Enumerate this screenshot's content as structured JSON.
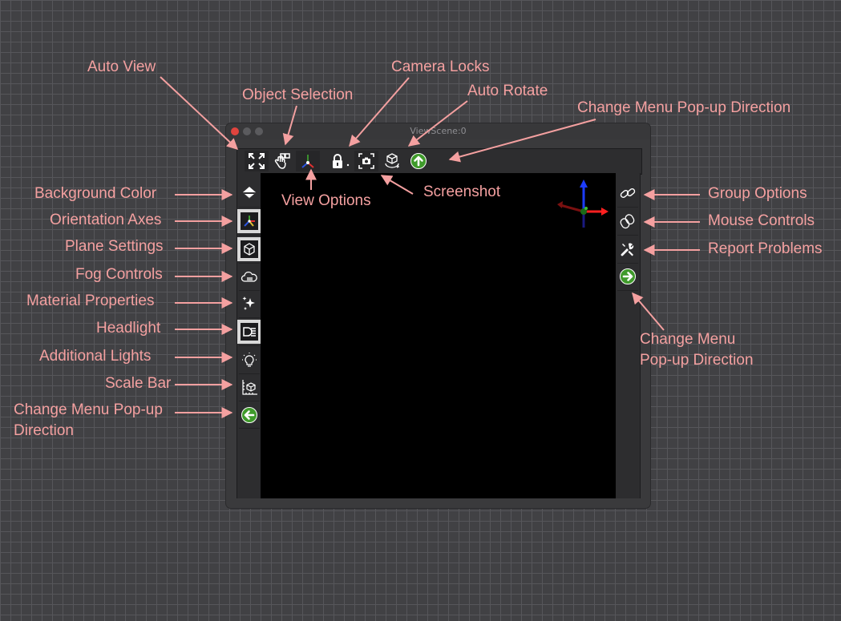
{
  "window": {
    "title": "ViewScene:0",
    "traffic_lights": [
      "#e0443e",
      "#5b5b5e",
      "#5b5b5e"
    ]
  },
  "toolbar": {
    "buttons": [
      {
        "icon": "expand-icon",
        "name": "auto-view-button"
      },
      {
        "icon": "hand-select-icon",
        "name": "object-selection-button"
      },
      {
        "icon": "axes-icon",
        "name": "view-options-button"
      },
      {
        "icon": "lock-icon",
        "name": "camera-locks-button"
      },
      {
        "icon": "camera-icon",
        "name": "screenshot-button"
      },
      {
        "icon": "rotate-cube-icon",
        "name": "auto-rotate-button"
      },
      {
        "icon": "arrow-up-icon",
        "name": "change-menu-direction-top-button"
      }
    ]
  },
  "left_toolbar": {
    "buttons": [
      {
        "icon": "paint-bucket-icon",
        "name": "background-color-button"
      },
      {
        "icon": "orientation-axes-icon",
        "name": "orientation-axes-button",
        "selected": true
      },
      {
        "icon": "plane-cube-icon",
        "name": "plane-settings-button",
        "selected": true
      },
      {
        "icon": "fog-cloud-icon",
        "name": "fog-controls-button"
      },
      {
        "icon": "sparkle-icon",
        "name": "material-properties-button"
      },
      {
        "icon": "headlight-icon",
        "name": "headlight-button",
        "selected": true
      },
      {
        "icon": "lightbulb-icon",
        "name": "additional-lights-button"
      },
      {
        "icon": "scale-bar-icon",
        "name": "scale-bar-button"
      },
      {
        "icon": "arrow-left-icon",
        "name": "change-menu-direction-left-button"
      }
    ]
  },
  "right_toolbar": {
    "buttons": [
      {
        "icon": "link-icon",
        "name": "group-options-button"
      },
      {
        "icon": "mouse-icon",
        "name": "mouse-controls-button"
      },
      {
        "icon": "wrench-icon",
        "name": "report-problems-button"
      },
      {
        "icon": "arrow-right-icon",
        "name": "change-menu-direction-right-button"
      }
    ]
  },
  "colors": {
    "accent_green": "#3f9a2b",
    "annotation": "#f4a0a0",
    "background": "#414144"
  },
  "annotations": {
    "auto_view": "Auto View",
    "object_selection": "Object Selection",
    "camera_locks": "Camera Locks",
    "auto_rotate": "Auto Rotate",
    "change_menu_top": "Change Menu Pop-up Direction",
    "view_options": "View Options",
    "screenshot": "Screenshot",
    "background_color": "Background Color",
    "orientation_axes": "Orientation Axes",
    "plane_settings": "Plane Settings",
    "fog_controls": "Fog Controls",
    "material_properties": "Material Properties",
    "headlight": "Headlight",
    "additional_lights": "Additional Lights",
    "scale_bar": "Scale Bar",
    "change_menu_left_1": "Change Menu Pop-up",
    "change_menu_left_2": "Direction",
    "group_options": "Group Options",
    "mouse_controls": "Mouse Controls",
    "report_problems": "Report Problems",
    "change_menu_right_1": "Change Menu",
    "change_menu_right_2": "Pop-up Direction"
  }
}
